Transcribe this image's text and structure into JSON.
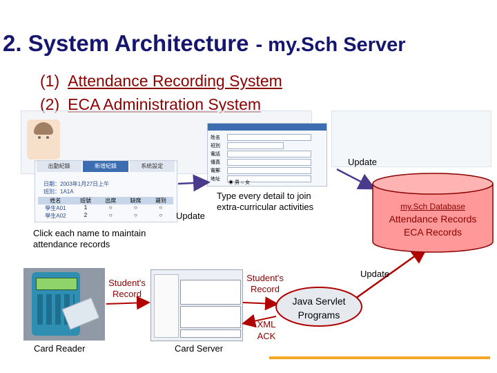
{
  "title": {
    "main": "2. System Architecture",
    "sub": "- my.Sch Server"
  },
  "systems": [
    {
      "num": "(1)",
      "label": "Attendance Recording System"
    },
    {
      "num": "(2)",
      "label": "ECA Administration System"
    }
  ],
  "attendance_screen": {
    "tabs": [
      "出勤紀錄",
      "新增紀錄",
      "系統設定"
    ],
    "date_line": "日期：2003年1月27日上午",
    "class_line": "班別：1A1A",
    "columns": [
      "姓名",
      "班號",
      "出席",
      "缺席",
      "遲到"
    ],
    "rows": [
      {
        "name": "學生A01",
        "num": "1"
      },
      {
        "name": "學生A02",
        "num": "2"
      }
    ]
  },
  "eca_form": {
    "fields": [
      "姓名",
      "班別",
      "電話",
      "傳真",
      "電郵",
      "地址"
    ],
    "gender_options": [
      "男",
      "女"
    ]
  },
  "labels": {
    "update_top": "Update",
    "update_left": "Update",
    "update_right": "Update",
    "type_detail": "Type every detail to join extra-curricular activities",
    "click_name": "Click each name to maintain attendance records",
    "students_record_left": "Student's Record",
    "students_record_right": "Student's Record",
    "xml_ack": "XML ACK",
    "card_reader": "Card Reader",
    "card_server": "Card Server",
    "java_servlet": "Java Servlet Programs"
  },
  "database": {
    "title": "my.Sch Database",
    "records": [
      "Attendance Records",
      "ECA Records"
    ]
  },
  "colors": {
    "title": "#16166e",
    "accent_red": "#8b0000",
    "db_fill": "#ff9999",
    "arrow_purple": "#4b3a8c",
    "arrow_red": "#b00000",
    "accent_orange": "#f5a623"
  }
}
